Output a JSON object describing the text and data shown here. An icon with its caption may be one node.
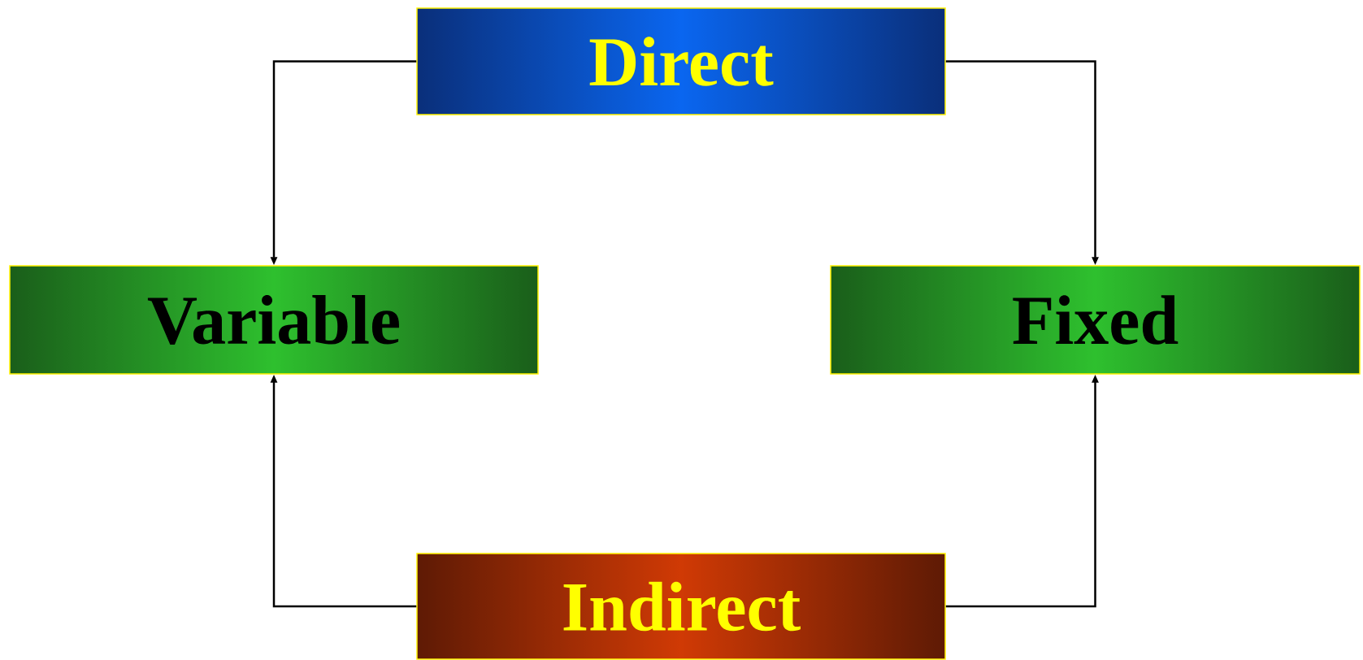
{
  "diagram": {
    "nodes": [
      {
        "text": [
          "Direct"
        ]
      },
      {
        "text": [
          "Variable"
        ]
      },
      {
        "text": [
          "Fixed"
        ]
      },
      {
        "text": [
          "Indirect"
        ]
      }
    ],
    "edges": [
      {
        "from": 0,
        "to": 1,
        "arrow": "to"
      },
      {
        "from": 0,
        "to": 2,
        "arrow": "to"
      },
      {
        "from": 3,
        "to": 1,
        "arrow": "to"
      },
      {
        "from": 3,
        "to": 2,
        "arrow": "to"
      }
    ]
  }
}
